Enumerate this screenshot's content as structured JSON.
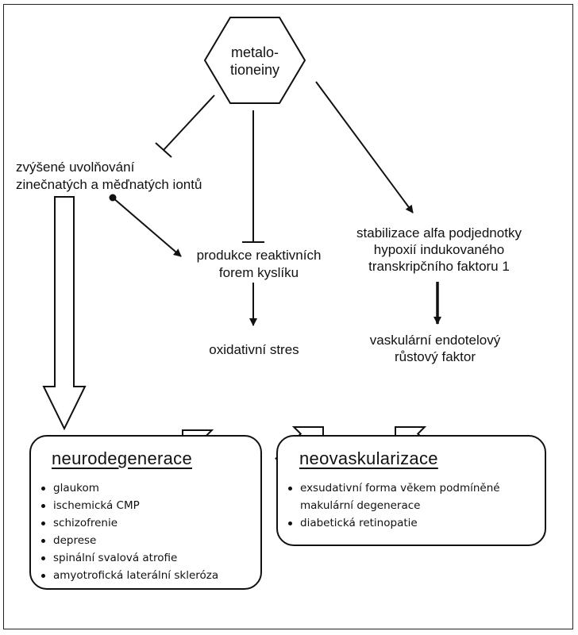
{
  "nodes": {
    "center": "metalo-\ntioneiny",
    "release": "zvýšené uvolňování\nzinečnatých a měďnatých iontů",
    "ros": "produkce reaktivních\nforem kyslíku",
    "stress": "oxidativní stres",
    "hif": "stabilizace alfa podjednotky\nhypoxií indukovaného\ntranskripčního faktoru 1",
    "vegf": "vaskulární endotelový\nrůstový faktor"
  },
  "outcomes": {
    "neuro": {
      "title": "neurodegenerace",
      "items": [
        "glaukom",
        "ischemická CMP",
        "schizofrenie",
        "deprese",
        "spinální svalová atrofie",
        "amyotrofická laterální skleróza"
      ]
    },
    "neovasc": {
      "title": "neovaskularizace",
      "items": [
        "exsudativní forma věkem podmíněné\nmakulární degenerace",
        "diabetická retinopatie"
      ]
    }
  },
  "colors": {
    "line": "#111111",
    "background": "#ffffff"
  }
}
